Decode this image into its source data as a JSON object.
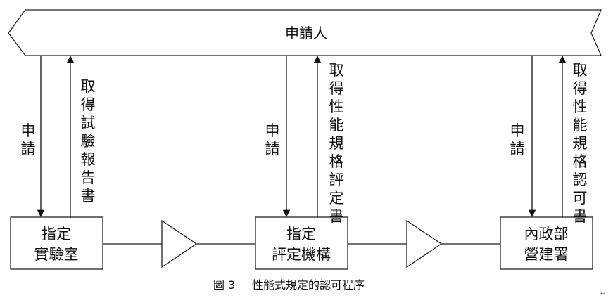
{
  "banner": {
    "label": "申請人"
  },
  "boxes": [
    {
      "id": "lab",
      "lines": [
        "指定",
        "實驗室"
      ]
    },
    {
      "id": "eval",
      "lines": [
        "指定",
        "評定機構"
      ]
    },
    {
      "id": "ministry",
      "lines": [
        "內政部",
        "營建署"
      ]
    }
  ],
  "arrows": [
    {
      "id": "apply-1",
      "direction": "down",
      "text": "申請"
    },
    {
      "id": "return-1",
      "direction": "up",
      "text": "取得試驗報告書"
    },
    {
      "id": "apply-2",
      "direction": "down",
      "text": "申請"
    },
    {
      "id": "return-2",
      "direction": "up",
      "text": "取得性能規格評定書"
    },
    {
      "id": "apply-3",
      "direction": "down",
      "text": "申請"
    },
    {
      "id": "return-3",
      "direction": "up",
      "text": "取得性能規格認可書"
    }
  ],
  "caption": {
    "figure": "圖 3",
    "title": "性能式規定的認可程序"
  },
  "continuation_mark": "↵"
}
